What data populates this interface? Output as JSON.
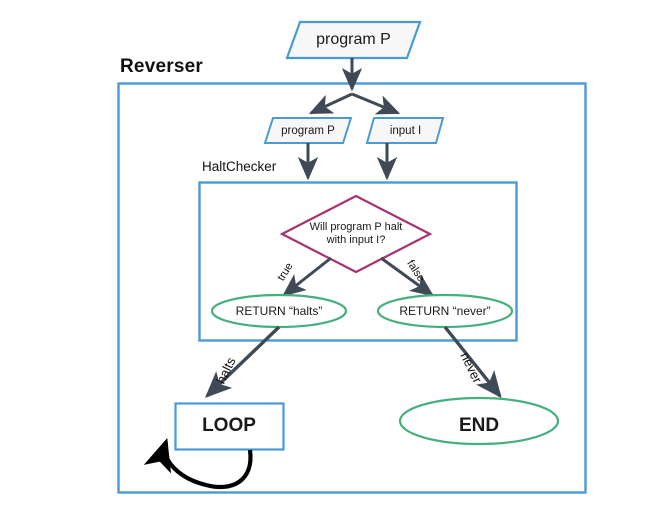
{
  "diagram": {
    "title_visible": false,
    "containers": [
      {
        "name": "reverser",
        "label": "Reverser"
      },
      {
        "name": "haltchecker",
        "label": "HaltChecker"
      }
    ],
    "nodes": {
      "program_top": "program P",
      "program_sub": "program P",
      "input_sub": "input I",
      "decision": {
        "line1": "Will program P halt",
        "line2": "with input I?"
      },
      "return_halts": "RETURN “halts”",
      "return_never": "RETURN “never”",
      "loop": "LOOP",
      "end": "END"
    },
    "edge_labels": {
      "true": "true",
      "false": "false",
      "halts": "halts",
      "never": "never"
    },
    "colors": {
      "container_blue": "#4a9ad4",
      "node_blue": "#4a9ad4",
      "decision_magenta": "#a8316f",
      "terminal_green": "#45b07c",
      "arrow_slate": "#3f4a56",
      "loop_arrow_black": "#000000",
      "node_fill": "#f7f7f7",
      "text": "#111111"
    }
  }
}
